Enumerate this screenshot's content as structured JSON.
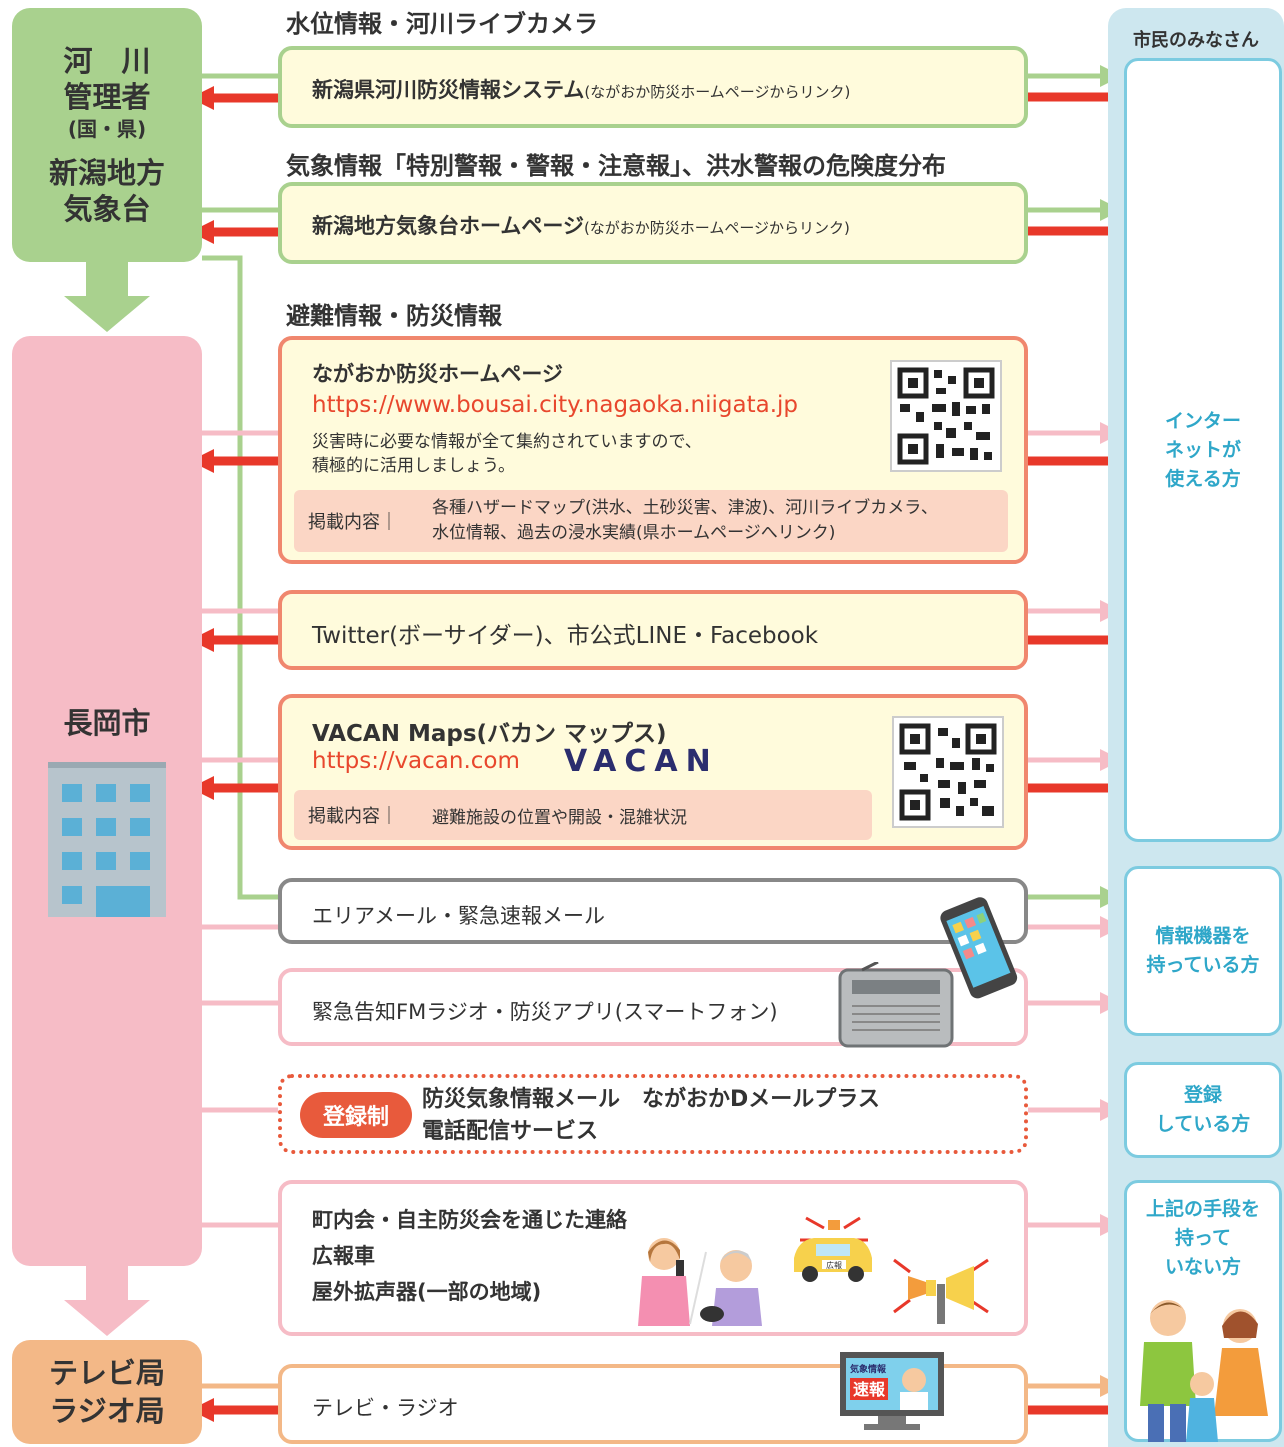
{
  "sources": {
    "river_admin_line1": "河　川",
    "river_admin_line2": "管理者",
    "river_admin_sub": "(国・県)",
    "jma_line1": "新潟地方",
    "jma_line2": "気象台",
    "city": "長岡市",
    "tv_line1": "テレビ局",
    "tv_line2": "ラジオ局"
  },
  "citizens": {
    "title": "市民のみなさん",
    "internet_lines": [
      "インター",
      "ネットが",
      "使える方"
    ],
    "devices_lines": [
      "情報機器を",
      "持っている方"
    ],
    "registered_lines": [
      "登録",
      "している方"
    ],
    "none_lines": [
      "上記の手段を",
      "持って",
      "いない方"
    ]
  },
  "sections": {
    "water": "水位情報・河川ライブカメラ",
    "weather": "気象情報「特別警報・警報・注意報」、洪水警報の危険度分布",
    "evacuation": "避難情報・防災情報"
  },
  "channels": {
    "river_system": "新潟県河川防災情報システム",
    "river_system_note": "(ながおか防災ホームページからリンク)",
    "jma_hp": "新潟地方気象台ホームページ",
    "jma_hp_note": "(ながおか防災ホームページからリンク)",
    "bousai_hp": {
      "title": "ながおか防災ホームページ",
      "url": "https://www.bousai.city.nagaoka.niigata.jp",
      "desc1": "災害時に必要な情報が全て集約されていますので、",
      "desc2": "積極的に活用しましょう。",
      "content_label": "掲載内容｜",
      "content1": "各種ハザードマップ(洪水、土砂災害、津波)、河川ライブカメラ、",
      "content2": "水位情報、過去の浸水実績(県ホームページへリンク)"
    },
    "sns": "Twitter(ボーサイダー)、市公式LINE・Facebook",
    "vacan": {
      "title": "VACAN Maps(バカン マップス)",
      "url": "https://vacan.com",
      "logo": "VACAN",
      "content_label": "掲載内容｜",
      "content": "避難施設の位置や開設・混雑状況"
    },
    "area_mail": "エリアメール・緊急速報メール",
    "fm_radio": "緊急告知FMラジオ・防災アプリ(スマートフォン)",
    "registration": {
      "badge": "登録制",
      "line1": "防災気象情報メール　ながおかDメールプラス",
      "line2": "電話配信サービス"
    },
    "local": {
      "line1": "町内会・自主防災会を通じた連絡",
      "line2": "広報車",
      "line3": "屋外拡声器(一部の地域)",
      "car_label": "広報"
    },
    "tv_radio": "テレビ・ラジオ",
    "tv_screen_label1": "気象情報",
    "tv_screen_label2": "速報"
  },
  "colors": {
    "green": "#a9d18e",
    "pink": "#f6bcc6",
    "orange_tv": "#f3b887",
    "red_arrow": "#e8382a",
    "accent_orange": "#f0876e",
    "citizen_blue": "#2fa7c9"
  }
}
